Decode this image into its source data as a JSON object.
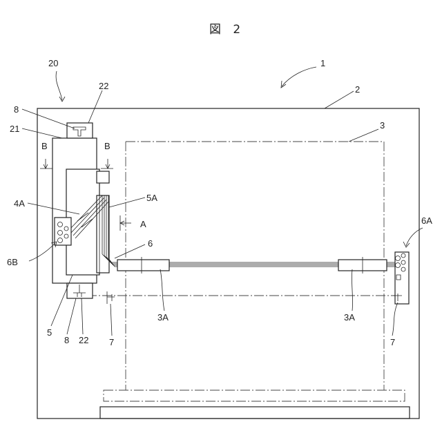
{
  "figure": {
    "title": "図 2"
  },
  "labels": {
    "l20": "20",
    "l1": "1",
    "l2": "2",
    "l22top": "22",
    "l8top": "8",
    "l21": "21",
    "lB1": "B",
    "lB2": "B",
    "l3": "3",
    "lA": "A",
    "l4A": "4A",
    "l5A": "5A",
    "l6": "6",
    "l6A": "6A",
    "l6B": "6B",
    "l3A1": "3A",
    "l3A2": "3A",
    "l5": "5",
    "l8bot": "8",
    "l22bot": "22",
    "l7a": "7",
    "l7b": "7"
  }
}
